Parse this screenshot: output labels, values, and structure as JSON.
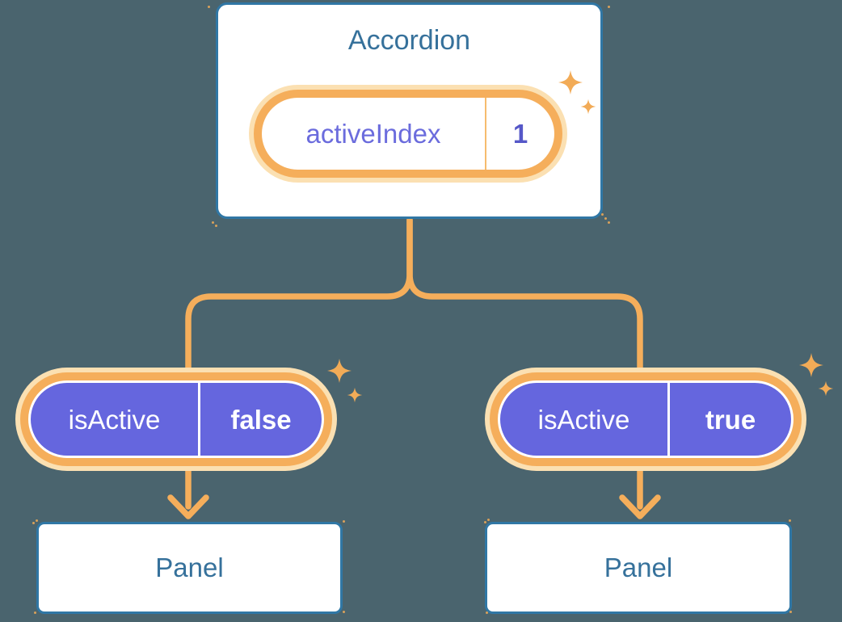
{
  "root_card": {
    "title": "Accordion",
    "state_pill": {
      "name": "activeIndex",
      "value": "1"
    }
  },
  "children": [
    {
      "prop_pill": {
        "name": "isActive",
        "value": "false"
      },
      "panel_label": "Panel"
    },
    {
      "prop_pill": {
        "name": "isActive",
        "value": "true"
      },
      "panel_label": "Panel"
    }
  ],
  "icons": {
    "sparkle": "sparkle-icon"
  },
  "colors": {
    "background": "#4A646E",
    "card_bg": "#FFFFFF",
    "card_border": "#3077A5",
    "heading_text": "#36719B",
    "connector_orange": "#F5AE5B",
    "pill_halo_cream": "#FBE0B2",
    "prop_pill_purple": "#6566DE",
    "state_name_text": "#6B6CDD",
    "state_value_text": "#5658C8",
    "sparkle_orange": "#F2AB57"
  }
}
